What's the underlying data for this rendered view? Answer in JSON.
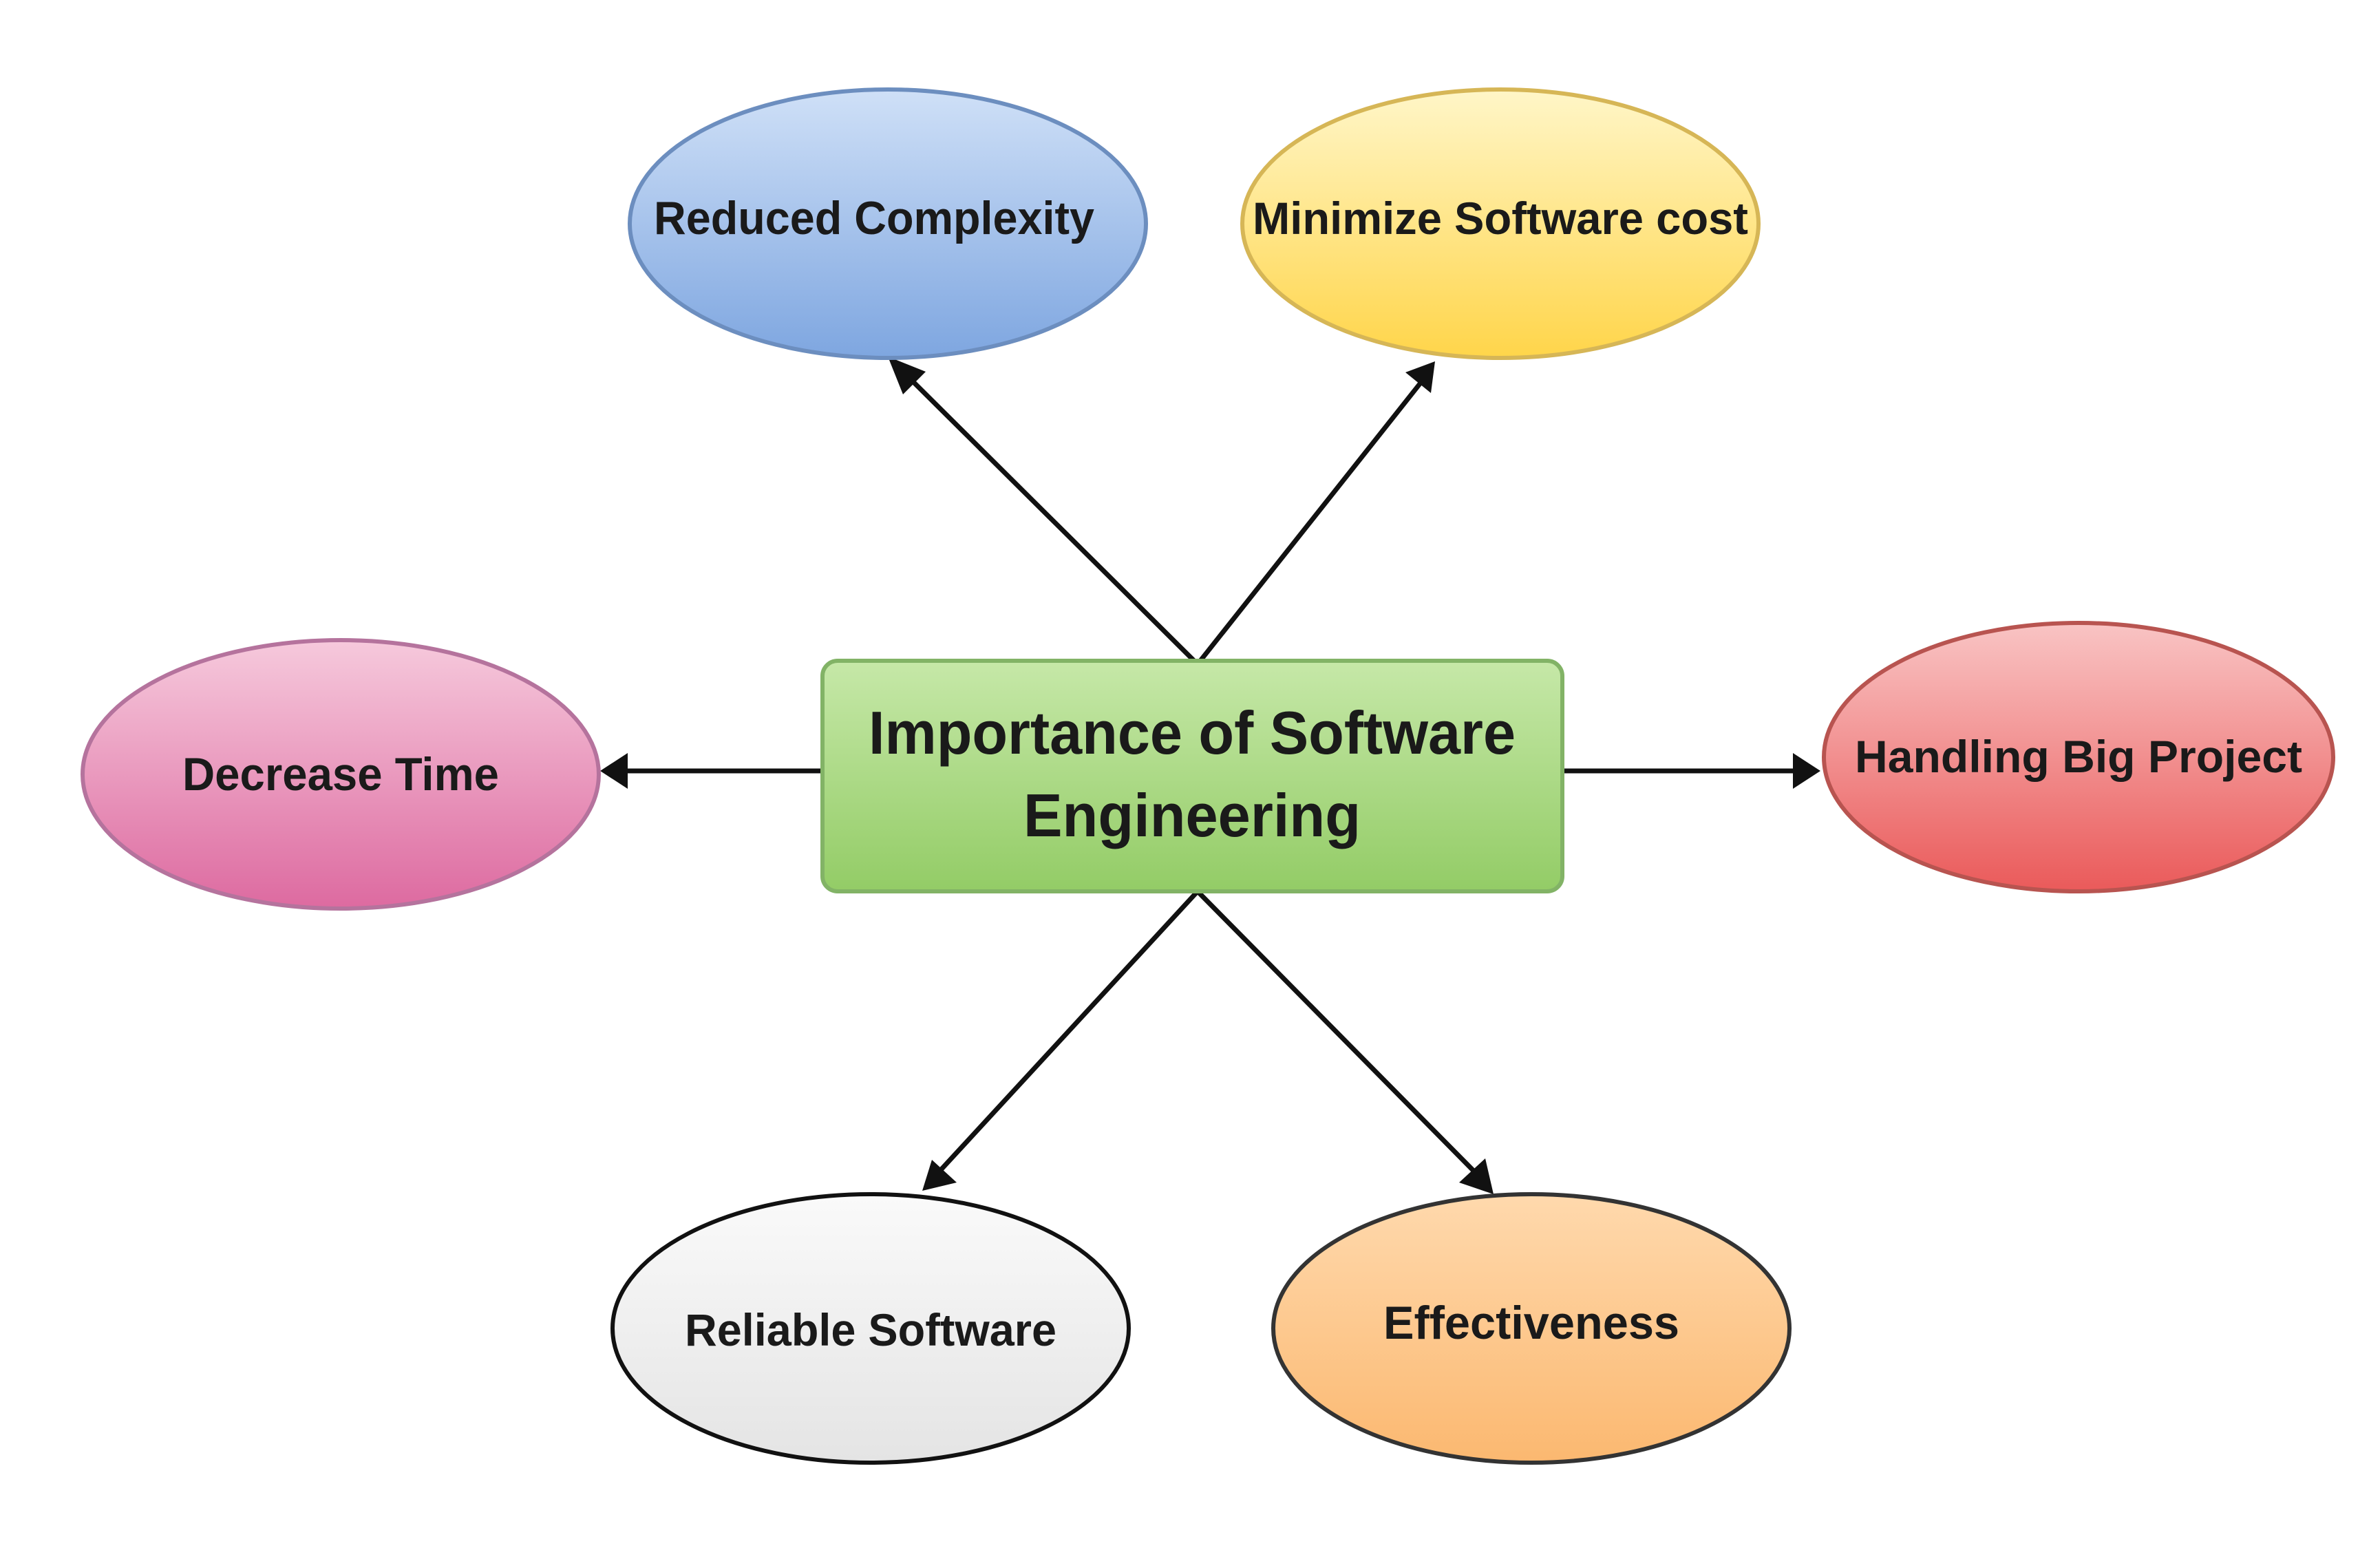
{
  "center": {
    "line1": "Importance of Software",
    "line2": "Engineering",
    "fill": "#a4d57f",
    "stroke": "#82b366"
  },
  "nodes": {
    "reduced_complexity": {
      "label": "Reduced Complexity",
      "fill": "#8fb3e6",
      "stroke": "#6c8ebf"
    },
    "minimize_cost": {
      "label": "Minimize Software cost",
      "fill": "#ffe27a",
      "stroke": "#d6b656"
    },
    "decrease_time": {
      "label": "Decrease Time",
      "fill": "#e483ad",
      "stroke": "#b5739d"
    },
    "handling_big_project": {
      "label": "Handling Big Project",
      "fill": "#f07b7b",
      "stroke": "#b85450"
    },
    "reliable_software": {
      "label": "Reliable Software",
      "fill": "#eeeeee",
      "stroke": "#111111"
    },
    "effectiveness": {
      "label": "Effectiveness",
      "fill": "#fdc88f",
      "stroke": "#333333"
    }
  }
}
